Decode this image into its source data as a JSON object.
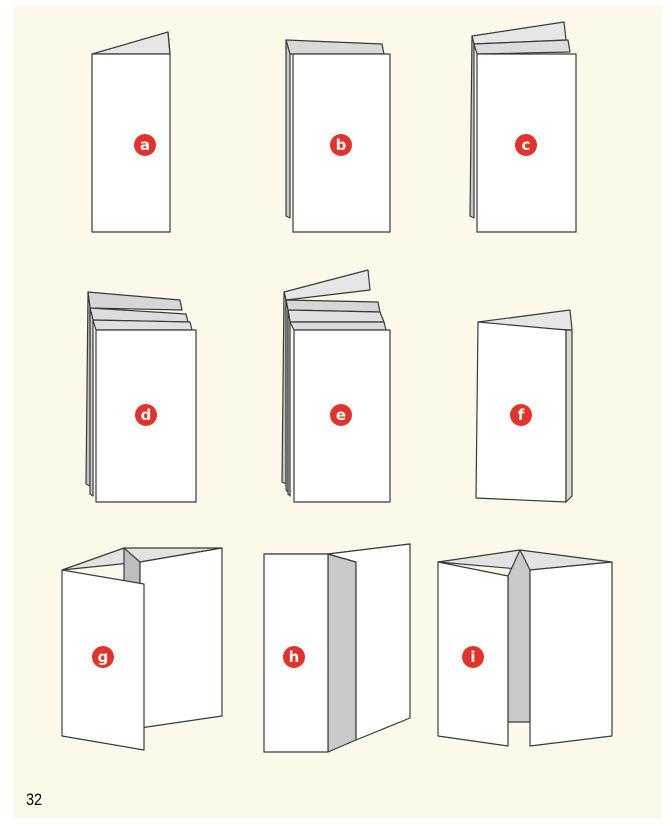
{
  "page_number": "32",
  "colors": {
    "background": "#fdf9ea",
    "panel_face": "#ffffff",
    "panel_back": "#cfcfcf",
    "panel_top": "#e4e4e4",
    "stroke": "#333333",
    "badge": "#e3322a",
    "badge_text": "#ffffff"
  },
  "folds": [
    {
      "id": "a",
      "label": "a"
    },
    {
      "id": "b",
      "label": "b"
    },
    {
      "id": "c",
      "label": "c"
    },
    {
      "id": "d",
      "label": "d"
    },
    {
      "id": "e",
      "label": "e"
    },
    {
      "id": "f",
      "label": "f"
    },
    {
      "id": "g",
      "label": "g"
    },
    {
      "id": "h",
      "label": "h"
    },
    {
      "id": "i",
      "label": "i"
    }
  ]
}
